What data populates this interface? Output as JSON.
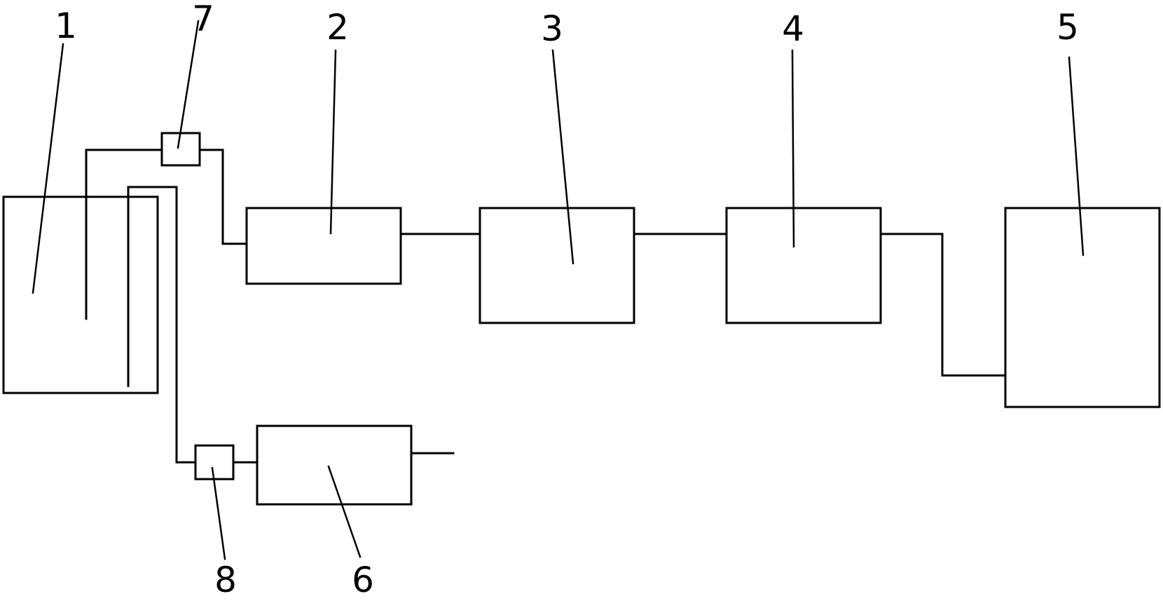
{
  "diagram": {
    "labels": {
      "tank": "1",
      "unit_2": "2",
      "unit_3": "3",
      "unit_4": "4",
      "unit_5": "5",
      "unit_6": "6",
      "valve_7": "7",
      "valve_8": "8"
    },
    "colors": {
      "line": "#000000",
      "background": "#ffffff"
    }
  }
}
